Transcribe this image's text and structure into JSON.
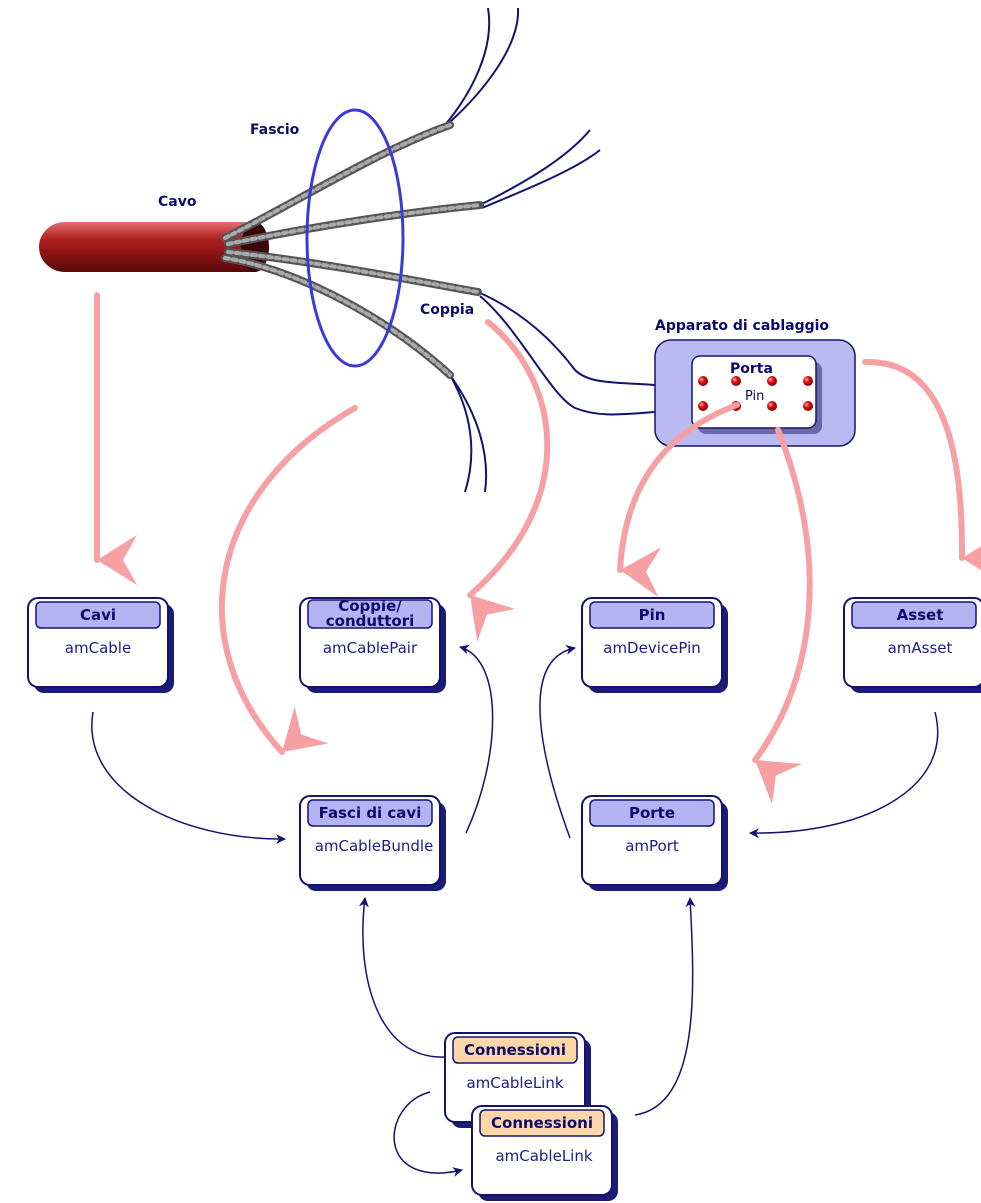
{
  "labels": {
    "cavo": "Cavo",
    "fascio": "Fascio",
    "coppia": "Coppia",
    "apparato": "Apparato di cablaggio",
    "porta": "Porta",
    "pin": "Pin"
  },
  "tables": {
    "cavi": {
      "title": "Cavi",
      "name": "amCable"
    },
    "coppie": {
      "title_line1": "Coppie/",
      "title_line2": "conduttori",
      "name": "amCablePair"
    },
    "pin": {
      "title": "Pin",
      "name": "amDevicePin"
    },
    "asset": {
      "title": "Asset",
      "name": "amAsset"
    },
    "fasci": {
      "title": "Fasci di cavi",
      "name": "amCableBundle"
    },
    "porte": {
      "title": "Porte",
      "name": "amPort"
    },
    "connessioni1": {
      "title": "Connessioni",
      "name": "amCableLink"
    },
    "connessioni2": {
      "title": "Connessioni",
      "name": "amCableLink"
    }
  },
  "colors": {
    "navy": "#13136e",
    "box_header": "#b4b4f5",
    "box_header_orange": "#ffd6a8",
    "pink_arrow": "#f6a0a4",
    "cable_red": "#b02020",
    "device_fill": "#babaf2",
    "pin_red": "#e01010"
  }
}
